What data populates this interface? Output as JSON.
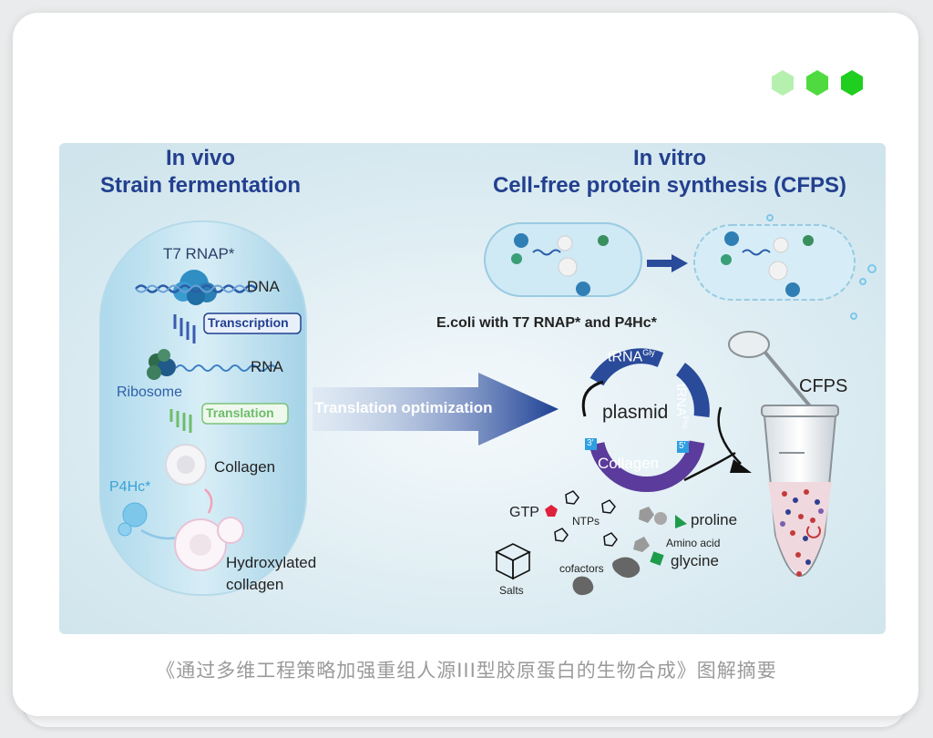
{
  "caption": "《通过多维工程策略加强重组人源III型胶原蛋白的生物合成》图解摘要",
  "colors": {
    "dot1": "#b6f0ae",
    "dot2": "#4fdb3f",
    "dot3": "#1fce1f",
    "header": "#23408f"
  },
  "left": {
    "title_line1": "In vivo",
    "title_line2": "Strain fermentation",
    "t7": "T7 RNAP*",
    "dna": "DNA",
    "transcription": "Transcription",
    "rna": "RNA",
    "ribosome": "Ribosome",
    "translation": "Translation",
    "collagen": "Collagen",
    "p4hc": "P4Hc*",
    "hydroxylated_line1": "Hydroxylated",
    "hydroxylated_line2": "collagen"
  },
  "arrow_label": "Translation optimization",
  "right": {
    "title_line1": "In vitro",
    "title_line2": "Cell-free protein synthesis (CFPS)",
    "ecoli": "E.coli with T7 RNAP* and P4Hc*",
    "trna_gly": "tRNA",
    "trna_gly_sup": "Gly",
    "trna_pro": "tRNA",
    "trna_pro_sup": "Pro",
    "plasmid": "plasmid",
    "collagen": "Collagen",
    "end3": "3'",
    "end5": "5'",
    "cfps": "CFPS",
    "gtp": "GTP",
    "ntps": "NTPs",
    "proline": "proline",
    "amino_acid": "Amino acid",
    "glycine": "glycine",
    "cofactors": "cofactors",
    "salts": "Salts"
  }
}
